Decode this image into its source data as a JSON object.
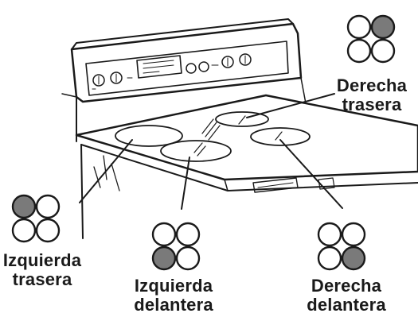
{
  "colors": {
    "ink": "#1a1a1a",
    "active_burner": "#7a7a7a",
    "background": "#ffffff"
  },
  "burners": [
    {
      "id": "rear-right",
      "label_line1": "Derecha",
      "label_line2": "trasera",
      "active_position": "top-right"
    },
    {
      "id": "rear-left",
      "label_line1": "Izquierda",
      "label_line2": "trasera",
      "active_position": "top-left"
    },
    {
      "id": "front-left",
      "label_line1": "Izquierda",
      "label_line2": "delantera",
      "active_position": "bottom-left"
    },
    {
      "id": "front-right",
      "label_line1": "Derecha",
      "label_line2": "delantera",
      "active_position": "bottom-right"
    }
  ]
}
